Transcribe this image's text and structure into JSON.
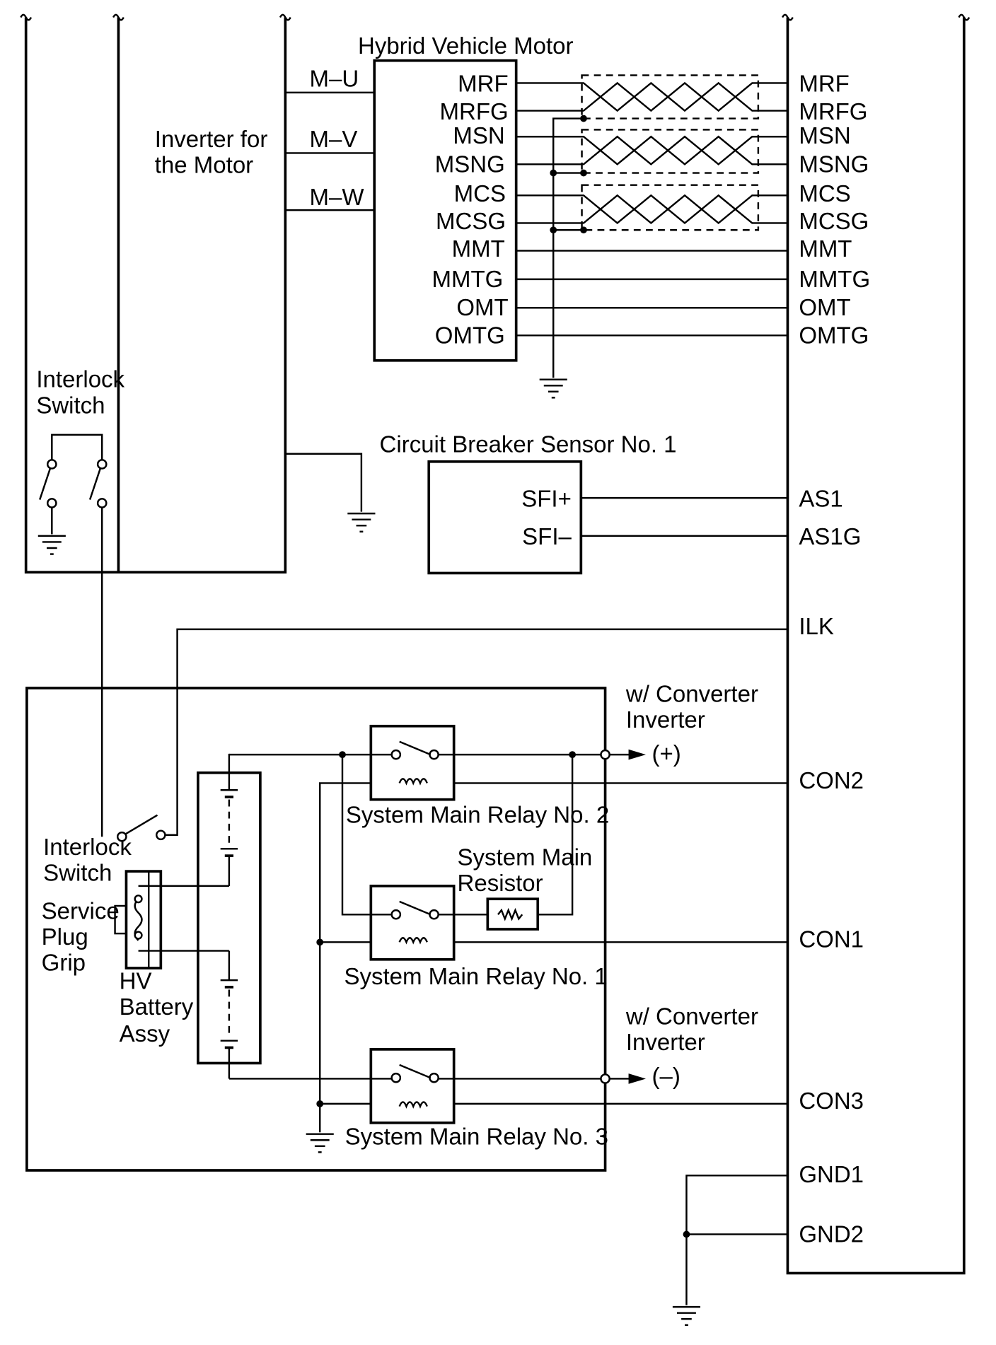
{
  "components": {
    "motor": "Hybrid Vehicle Motor",
    "inverter_line1": "Inverter for",
    "inverter_line2": "the Motor",
    "interlock_top_line1": "Interlock",
    "interlock_top_line2": "Switch",
    "circuit_breaker": "Circuit Breaker Sensor No. 1",
    "interlock_bottom_line1": "Interlock",
    "interlock_bottom_line2": "Switch",
    "service_plug_line1": "Service",
    "service_plug_line2": "Plug",
    "service_plug_line3": "Grip",
    "battery_line1": "HV",
    "battery_line2": "Battery",
    "battery_line3": "Assy",
    "relay2": "System Main Relay No. 2",
    "relay1": "System Main Relay No. 1",
    "relay3": "System Main Relay No. 3",
    "resistor_line1": "System Main",
    "resistor_line2": "Resistor",
    "conv_top_line1": "w/ Converter",
    "conv_top_line2": "Inverter",
    "conv_top_terminal": "(+)",
    "conv_bottom_line1": "w/ Converter",
    "conv_bottom_line2": "Inverter",
    "conv_bottom_terminal": "(–)"
  },
  "phase_lines": [
    "M–U",
    "M–V",
    "M–W"
  ],
  "motor_pins": [
    "MRF",
    "MRFG",
    "MSN",
    "MSNG",
    "MCS",
    "MCSG",
    "MMT",
    "MMTG",
    "OMT",
    "OMTG"
  ],
  "ecu_pins": [
    "MRF",
    "MRFG",
    "MSN",
    "MSNG",
    "MCS",
    "MCSG",
    "MMT",
    "MMTG",
    "OMT",
    "OMTG"
  ],
  "sensor_pins": [
    "SFI+",
    "SFI–"
  ],
  "ecu_sensor_pins": [
    "AS1",
    "AS1G"
  ],
  "ecu_other_pins": [
    "ILK",
    "CON2",
    "CON1",
    "CON3",
    "GND1",
    "GND2"
  ]
}
